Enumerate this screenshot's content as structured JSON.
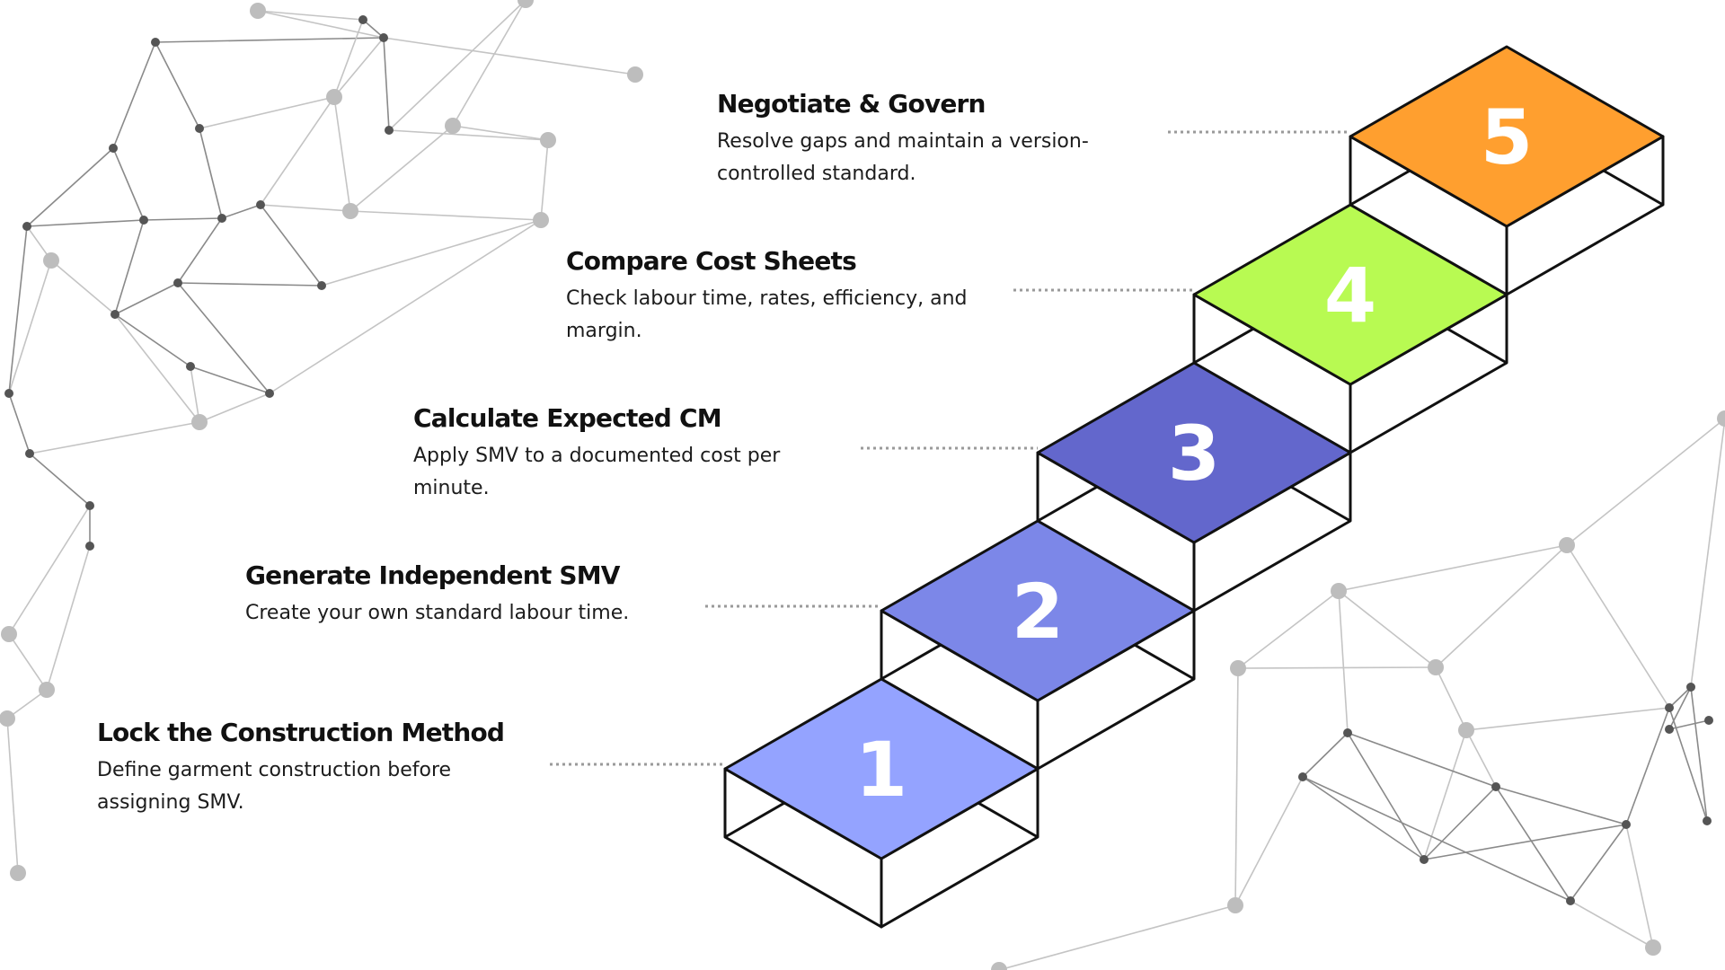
{
  "steps": [
    {
      "number": "1",
      "title": "Lock the Construction Method",
      "description": "Define garment construction before assigning SMV.",
      "color": "#94A3FF"
    },
    {
      "number": "2",
      "title": "Generate Independent SMV",
      "description": "Create your own standard labour time.",
      "color": "#7C87E8"
    },
    {
      "number": "3",
      "title": "Calculate Expected CM",
      "description": "Apply SMV to a documented cost per minute.",
      "color": "#6367CC"
    },
    {
      "number": "4",
      "title": "Compare Cost Sheets",
      "description": "Check labour time, rates, efficiency, and margin.",
      "color": "#B8FA52"
    },
    {
      "number": "5",
      "title": "Negotiate & Govern",
      "description": "Resolve gaps and maintain a version-controlled standard.",
      "color": "#FF9F2F"
    }
  ],
  "colors": {
    "outline": "#111111",
    "connector": "#9a9a9a",
    "network": "#c4c4c4",
    "network_node": "#bdbdbd",
    "network_dark": "#555555"
  }
}
